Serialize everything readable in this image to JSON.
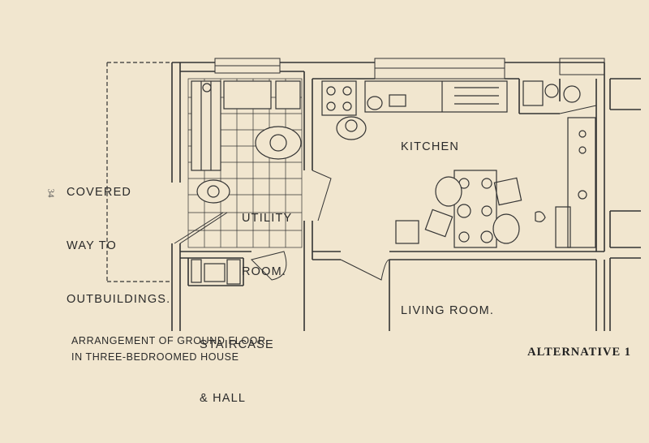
{
  "rooms": {
    "covered_way": [
      "COVERED",
      "WAY TO",
      "OUTBUILDINGS."
    ],
    "utility": [
      "UTILITY",
      "ROOM."
    ],
    "kitchen": "KITCHEN",
    "staircase": [
      "STAIRCASE",
      "& HALL"
    ],
    "living": "LIVING ROOM."
  },
  "caption": [
    "ARRANGEMENT OF GROUND FLOOR",
    "IN THREE-BEDROOMED HOUSE"
  ],
  "alternative": "ALTERNATIVE 1",
  "page_number": "34",
  "colors": {
    "paper": "#f1e6cf",
    "ink": "#2a2a2a"
  }
}
